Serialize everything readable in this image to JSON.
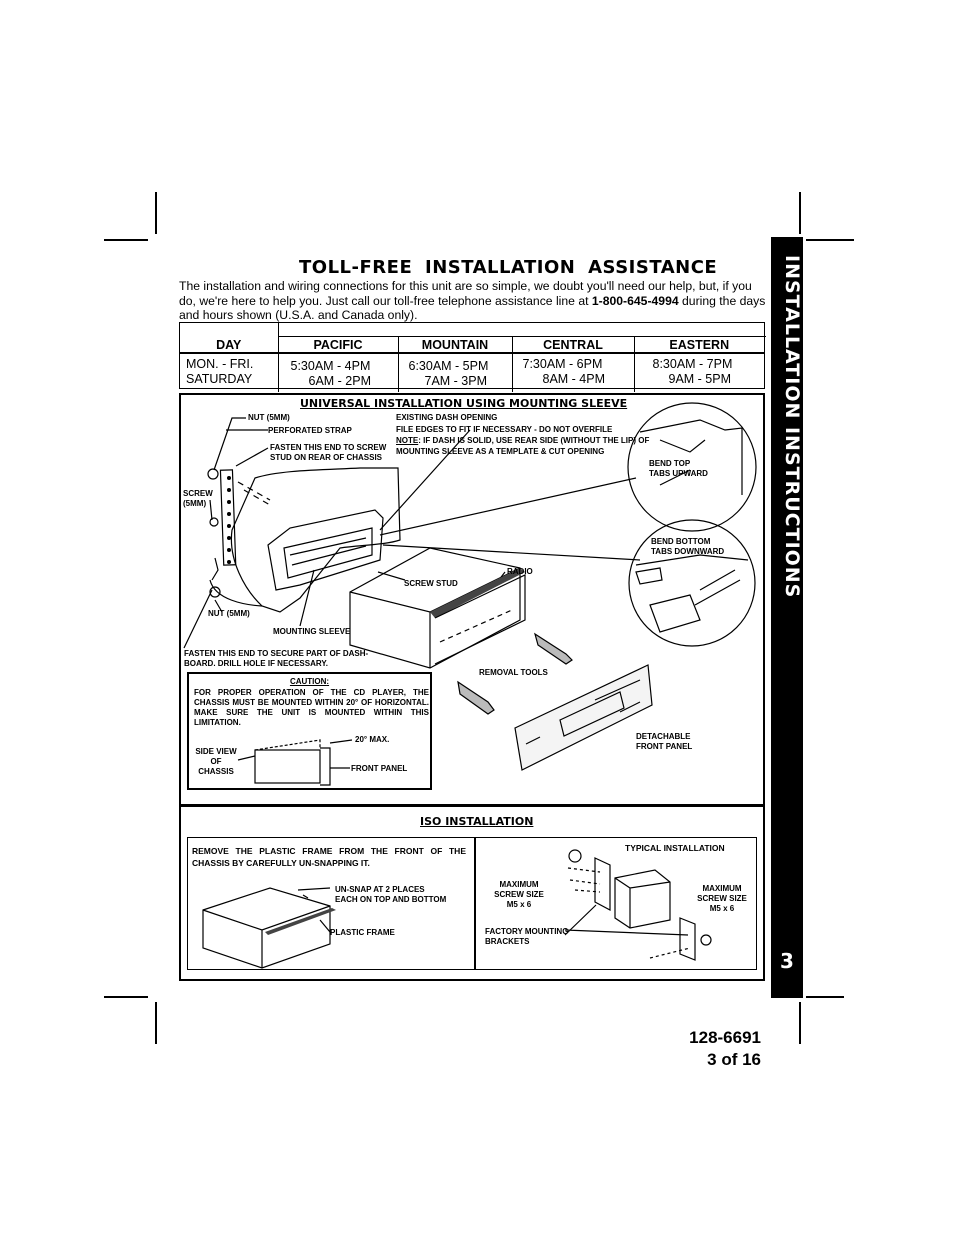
{
  "side_tab": {
    "title": "INSTALLATION INSTRUCTIONS",
    "page_number": "3"
  },
  "heading": "TOLL-FREE INSTALLATION ASSISTANCE",
  "intro": {
    "before": "The installation and wiring connections for this unit are so simple, we doubt you'll need our help, but, if you do, we're here to help you. Just call our toll-free telephone assistance line at ",
    "phone": "1-800-645-4994",
    "after": " during the days and hours shown (U.S.A. and Canada only)."
  },
  "hours_table": {
    "headers": [
      "DAY",
      "PACIFIC",
      "MOUNTAIN",
      "CENTRAL",
      "EASTERN"
    ],
    "rows": [
      [
        "MON. - FRI.",
        "5:30AM - 4PM",
        "6:30AM - 5PM",
        "7:30AM - 6PM",
        "8:30AM - 7PM"
      ],
      [
        "SATURDAY",
        "6AM - 2PM",
        "7AM - 3PM",
        "8AM - 4PM",
        "9AM - 5PM"
      ]
    ]
  },
  "universal": {
    "title": "UNIVERSAL INSTALLATION USING MOUNTING SLEEVE",
    "labels": {
      "nut_top": "NUT (5MM)",
      "strap": "PERFORATED STRAP",
      "fasten_screw_1": "FASTEN THIS END TO SCREW",
      "fasten_screw_2": "STUD ON REAR OF CHASSIS",
      "screw_1": "SCREW",
      "screw_2": "(5MM)",
      "nut_bottom": "NUT (5MM)",
      "mounting_sleeve": "MOUNTING SLEEVE",
      "dash_1": "EXISTING DASH OPENING",
      "dash_2": "FILE EDGES TO FIT IF NECESSARY - DO NOT OVERFILE",
      "dash_note": "NOTE",
      "dash_3": ": IF DASH IS SOLID, USE REAR SIDE (WITHOUT THE LIP) OF",
      "dash_4": "MOUNTING SLEEVE AS A TEMPLATE & CUT OPENING",
      "screw_stud": "SCREW  STUD",
      "radio": "RADIO",
      "bend_top_1": "BEND TOP",
      "bend_top_2": "TABS UPWARD",
      "bend_bottom_1": "BEND BOTTOM",
      "bend_bottom_2": "TABS DOWNWARD",
      "fasten_dash_1": "FASTEN  THIS  END  TO  SECURE  PART  OF  DASH-",
      "fasten_dash_2": "BOARD.   DRILL HOLE  IF  NECESSARY.",
      "removal_tools": "REMOVAL TOOLS",
      "front_panel_1": "DETACHABLE",
      "front_panel_2": "FRONT PANEL"
    },
    "caution": {
      "title": "CAUTION",
      "body": "FOR PROPER OPERATION OF THE  CD PLAYER, THE CHASSIS MUST BE MOUNTED WITHIN 20° OF HORIZONTAL. MAKE SURE THE UNIT IS MOUNTED WITHIN THIS LIMITATION.",
      "side_view_1": "SIDE VIEW",
      "side_view_2": "OF",
      "side_view_3": "CHASSIS",
      "max_angle": "20° MAX.",
      "front_panel": "FRONT PANEL"
    }
  },
  "iso": {
    "title": "ISO INSTALLATION",
    "instruction": "REMOVE  THE  PLASTIC  FRAME  FROM  THE  FRONT  OF  THE CHASSIS BY CAREFULLY UN-SNAPPING IT.",
    "unsnap_1": "UN-SNAP AT 2 PLACES",
    "unsnap_2": "EACH ON TOP AND BOTTOM",
    "plastic_frame": "PLASTIC FRAME",
    "typical": "TYPICAL  INSTALLATION",
    "max_left_1": "MAXIMUM",
    "max_left_2": "SCREW SIZE",
    "max_left_3": "M5 x 6",
    "max_right_1": "MAXIMUM",
    "max_right_2": "SCREW SIZE",
    "max_right_3": "M5 x 6",
    "brackets_1": "FACTORY MOUNTING",
    "brackets_2": "BRACKETS"
  },
  "doc_number": {
    "code": "128-6691",
    "page": "3 of 16"
  }
}
